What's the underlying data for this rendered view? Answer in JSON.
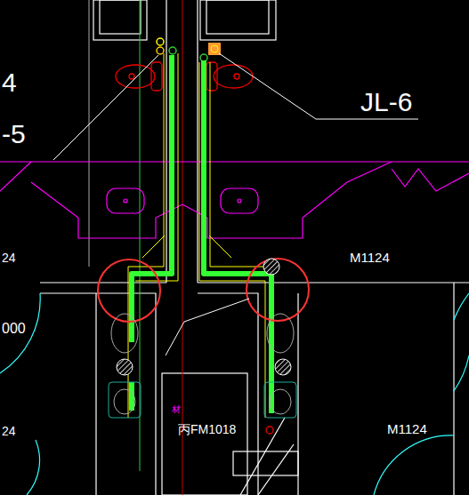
{
  "diagram": {
    "labels": [
      "4",
      "-5",
      "JL-6",
      "24",
      "M1124",
      "000",
      "24",
      "材",
      "丙FM1018",
      "M1124"
    ]
  }
}
